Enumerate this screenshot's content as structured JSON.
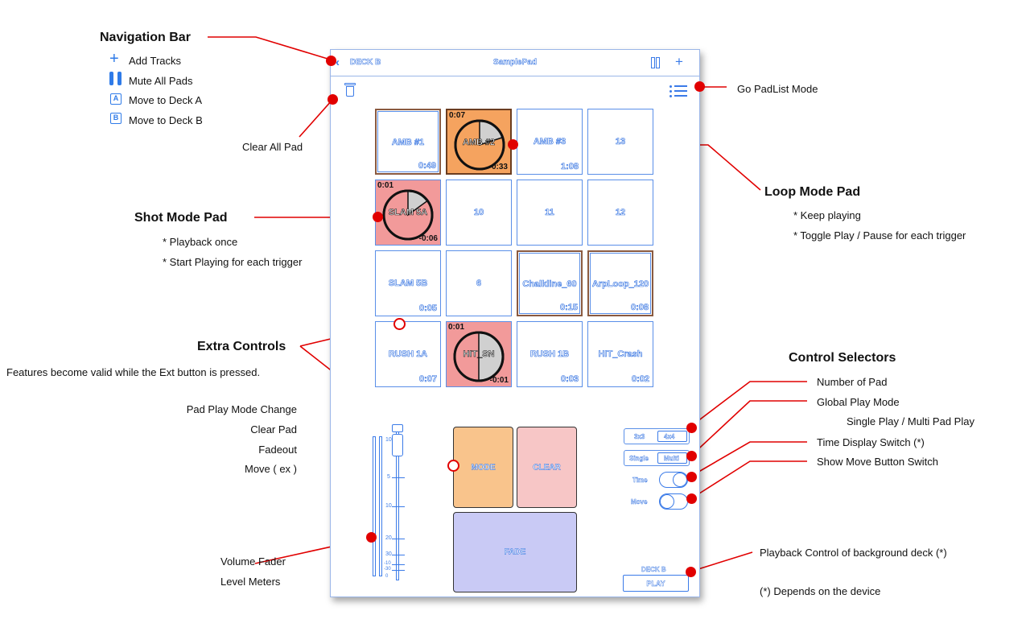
{
  "annotations": {
    "navigation_bar": {
      "title": "Navigation Bar",
      "items": [
        {
          "icon": "plus-icon",
          "label": "Add Tracks"
        },
        {
          "icon": "pause-icon",
          "label": "Mute All Pads"
        },
        {
          "icon": "deck-a-icon",
          "label": "Move to Deck A",
          "icon_text": "A"
        },
        {
          "icon": "deck-b-icon",
          "label": "Move to Deck B",
          "icon_text": "B"
        }
      ]
    },
    "clear_all_pad": "Clear All Pad",
    "go_padlist": "Go PadList Mode",
    "shot_mode": {
      "title": "Shot Mode Pad",
      "notes": [
        "* Playback once",
        "* Start Playing for each trigger"
      ]
    },
    "loop_mode": {
      "title": "Loop Mode Pad",
      "notes": [
        "* Keep playing",
        "* Toggle Play / Pause for each trigger"
      ]
    },
    "extra_controls": {
      "title": "Extra Controls",
      "subtitle": "Features become valid while the Ext button is pressed.",
      "items": [
        "Pad Play Mode Change",
        "Clear Pad",
        "Fadeout",
        "Move ( ex )"
      ]
    },
    "control_selectors": {
      "title": "Control Selectors",
      "items": [
        "Number of Pad",
        "Global Play Mode",
        "Single Play / Multi Pad Play",
        "Time Display Switch (*)",
        "Show Move Button Switch"
      ]
    },
    "volume": [
      "Volume Fader",
      "Level Meters"
    ],
    "background_deck": "Playback Control of background deck (*)",
    "footnote": "(*) Depends on the device"
  },
  "app": {
    "back_label": "DECK B",
    "title": "SamplePad",
    "pads": [
      {
        "label": "AMB #1",
        "time": "0:49",
        "mode": "loop"
      },
      {
        "label": "AMB #2",
        "elapsed": "0:07",
        "remaining": "-0:33",
        "mode": "loop-playing",
        "progress": 0.2
      },
      {
        "label": "AMB #3",
        "time": "1:08",
        "mode": "plain"
      },
      {
        "label": "13",
        "time": "",
        "mode": "plain"
      },
      {
        "label": "SLAM 5A",
        "elapsed": "0:01",
        "remaining": "-0:06",
        "mode": "shot-playing",
        "progress": 0.15
      },
      {
        "label": "10",
        "time": "",
        "mode": "plain"
      },
      {
        "label": "11",
        "time": "",
        "mode": "plain"
      },
      {
        "label": "12",
        "time": "",
        "mode": "plain"
      },
      {
        "label": "SLAM 5B",
        "time": "0:05",
        "mode": "plain"
      },
      {
        "label": "6",
        "time": "",
        "mode": "plain"
      },
      {
        "label": "Chalkline_60",
        "time": "0:15",
        "mode": "loop"
      },
      {
        "label": "ArpLoop_120",
        "time": "0:08",
        "mode": "loop"
      },
      {
        "label": "RUSH 1A",
        "time": "0:07",
        "mode": "plain"
      },
      {
        "label": "HIT_SN",
        "elapsed": "0:01",
        "remaining": "-0:01",
        "mode": "shot-playing",
        "progress": 0.5
      },
      {
        "label": "RUSH 1B",
        "time": "0:03",
        "mode": "plain"
      },
      {
        "label": "HIT_Crash",
        "time": "0:02",
        "mode": "plain"
      }
    ],
    "mode_label": "MODE",
    "clear_label": "CLEAR",
    "fade_label": "FADE",
    "pad_count_options": [
      "3x3",
      "4x4"
    ],
    "play_mode_options": [
      "Single",
      "Multi"
    ],
    "time_label": "Time",
    "move_label": "Move",
    "deck_label": "DECK B",
    "play_label": "PLAY",
    "fader_ticks": [
      "10",
      "5",
      "10",
      "20",
      "30",
      "-10",
      "-30",
      "0"
    ],
    "colors": {
      "accent": "#3b7be8",
      "loop_playing": "#f5a35f",
      "shot_playing": "#f29a9a",
      "mode_btn": "#f9c48c",
      "clear_btn": "#f7c6c6",
      "fade_btn": "#c9caf5",
      "annotation": "#e10000"
    }
  }
}
